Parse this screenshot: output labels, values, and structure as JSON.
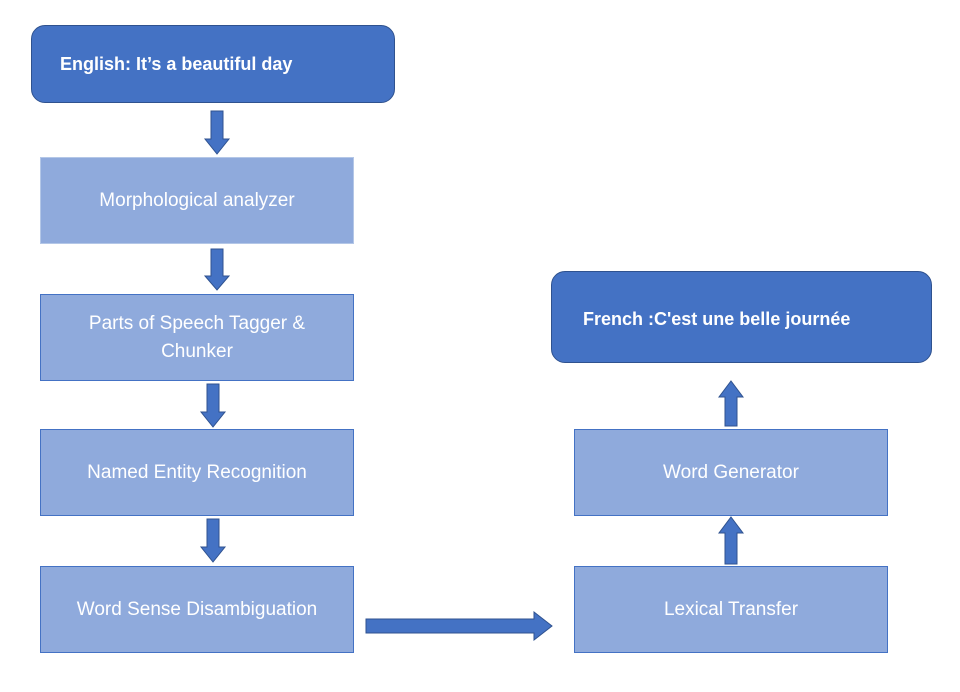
{
  "nodes": {
    "english_input": "English:  It’s a beautiful day",
    "morphological_analyzer": "Morphological analyzer",
    "pos_tagger": "Parts of Speech Tagger & Chunker",
    "ner": "Named Entity Recognition",
    "wsd": "Word Sense Disambiguation",
    "lexical_transfer": "Lexical Transfer",
    "word_generator": "Word Generator",
    "french_output": "French :C'est une belle journée"
  },
  "colors": {
    "terminal_fill": "#4472c4",
    "process_fill": "#8faadc",
    "arrow_fill": "#4472c4",
    "text": "#ffffff"
  }
}
